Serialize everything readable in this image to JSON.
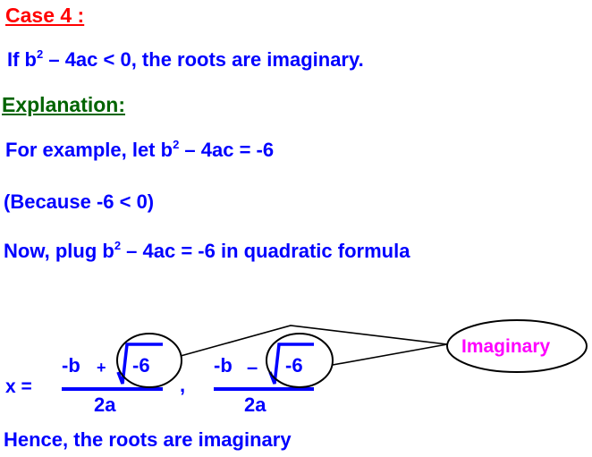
{
  "heading": {
    "case_label": "Case 4 :"
  },
  "condition": {
    "prefix": "If  b",
    "exp": "2",
    "suffix": " – 4ac  < 0, the roots are imaginary."
  },
  "explanation": {
    "label": "Explanation:"
  },
  "example": {
    "prefix": "For example, let  b",
    "exp": "2",
    "suffix": " – 4ac = -6"
  },
  "because": {
    "text": "(Because -6 < 0)"
  },
  "plug": {
    "prefix": "Now, plug b",
    "exp": "2",
    "suffix": " – 4ac = -6 in quadratic formula"
  },
  "formula": {
    "lhs": "x  =",
    "root1": {
      "numer_b": "-b",
      "op": "+",
      "radicand": "-6",
      "denom": "2a"
    },
    "separator": ",",
    "root2": {
      "numer_b": "-b",
      "op": "–",
      "radicand": "-6",
      "denom": "2a"
    }
  },
  "callout": {
    "label": "Imaginary"
  },
  "conclusion": {
    "text": "Hence, the roots are imaginary"
  },
  "colors": {
    "text": "#0000ff",
    "case_heading": "#ff0000",
    "explanation_heading": "#006400",
    "callout": "#ff00ff"
  }
}
